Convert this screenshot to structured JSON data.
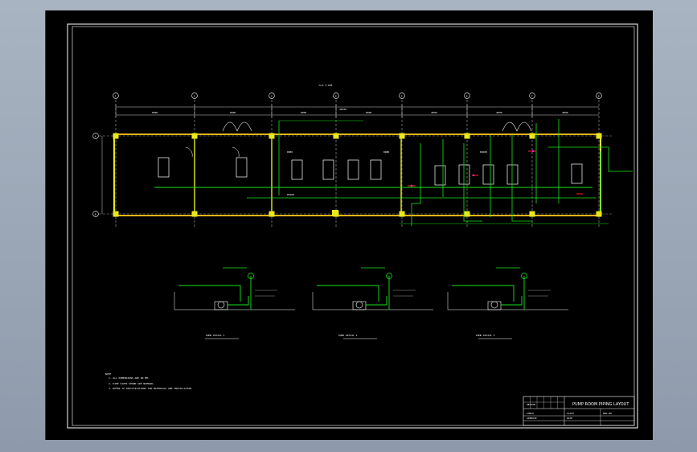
{
  "colors": {
    "background": "#000000",
    "frame": "#ffffff",
    "wall": "#e8e81a",
    "column": "#e8e81a",
    "pipe_green": "#19e619",
    "pipe_red": "#e01a1a",
    "pipe_magenta": "#e81ae8",
    "grid_axis": "#ffffff",
    "page_gutter": "#9aa6b6"
  },
  "plan": {
    "grid_labels": [
      "1",
      "2",
      "3",
      "4",
      "5",
      "6",
      "7",
      "8"
    ],
    "row_labels": [
      "A",
      "B"
    ],
    "top_note": "A—A 1:100",
    "top_dimensions": [
      "8000",
      "8000",
      "8000",
      "8000",
      "8000",
      "8000",
      "8000"
    ],
    "total_dimension": "48700",
    "main_pipe_label": "DN100",
    "room_labels": [
      "DN65",
      "DN80",
      "DN100"
    ]
  },
  "details": [
    {
      "caption": "PUMP DETAIL 1"
    },
    {
      "caption": "PUMP DETAIL 2"
    },
    {
      "caption": "PUMP DETAIL 3"
    }
  ],
  "notes": {
    "heading": "NOTE",
    "lines": [
      "1. ALL DIMENSIONS ARE IN MM.",
      "2. PIPE SIZES SHOWN ARE NOMINAL.",
      "3. REFER TO SPECIFICATIONS FOR MATERIALS AND INSTALLATION."
    ]
  },
  "title_block": {
    "title": "PUMP ROOM PIPING LAYOUT",
    "fields": [
      "DESIGN",
      "CHECK",
      "APPROVE",
      "SCALE",
      "DATE",
      "DWG NO."
    ]
  }
}
